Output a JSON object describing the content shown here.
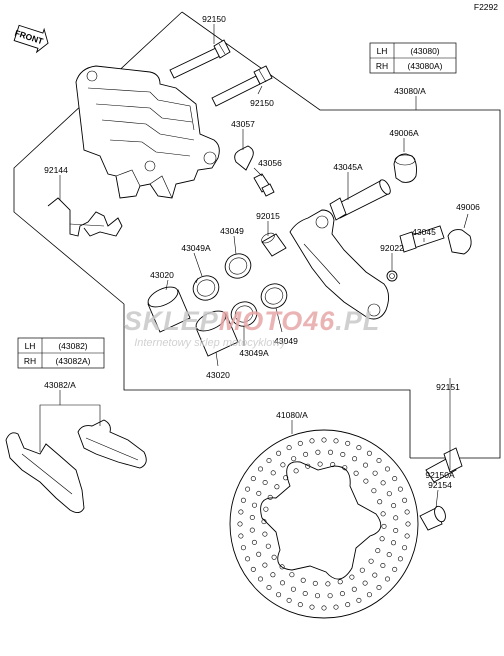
{
  "figure_code": "F2292",
  "front_label": "FRONT",
  "watermark": {
    "brand_part1": "SKLEP",
    "brand_part2": "MOTO46",
    "brand_part3": ".PL",
    "tagline": "Internetowy sklep motocyklowy",
    "gray": "#c8c8c8",
    "red": "#e8a8a8"
  },
  "table_caliper": {
    "rows": [
      {
        "side": "LH",
        "part": "(43080)"
      },
      {
        "side": "RH",
        "part": "(43080A)"
      }
    ],
    "ref": "43080/A"
  },
  "table_pads": {
    "rows": [
      {
        "side": "LH",
        "part": "(43082)"
      },
      {
        "side": "RH",
        "part": "(43082A)"
      }
    ],
    "ref": "43082/A"
  },
  "parts": {
    "p92150_top": "92150",
    "p92150_mid": "92150",
    "p43057": "43057",
    "p43056": "43056",
    "p92144": "92144",
    "p49006A": "49006A",
    "p43045A": "43045A",
    "p92015": "92015",
    "p49006": "49006",
    "p43045": "43045",
    "p92022": "92022",
    "p43049_top": "43049",
    "p43049A_left": "43049A",
    "p43020_left": "43020",
    "p43049_right": "43049",
    "p43049A_right": "43049A",
    "p43020_bottom": "43020",
    "p92151": "92151",
    "p41080": "41080/A",
    "p92150A": "92150A",
    "p92154": "92154"
  }
}
